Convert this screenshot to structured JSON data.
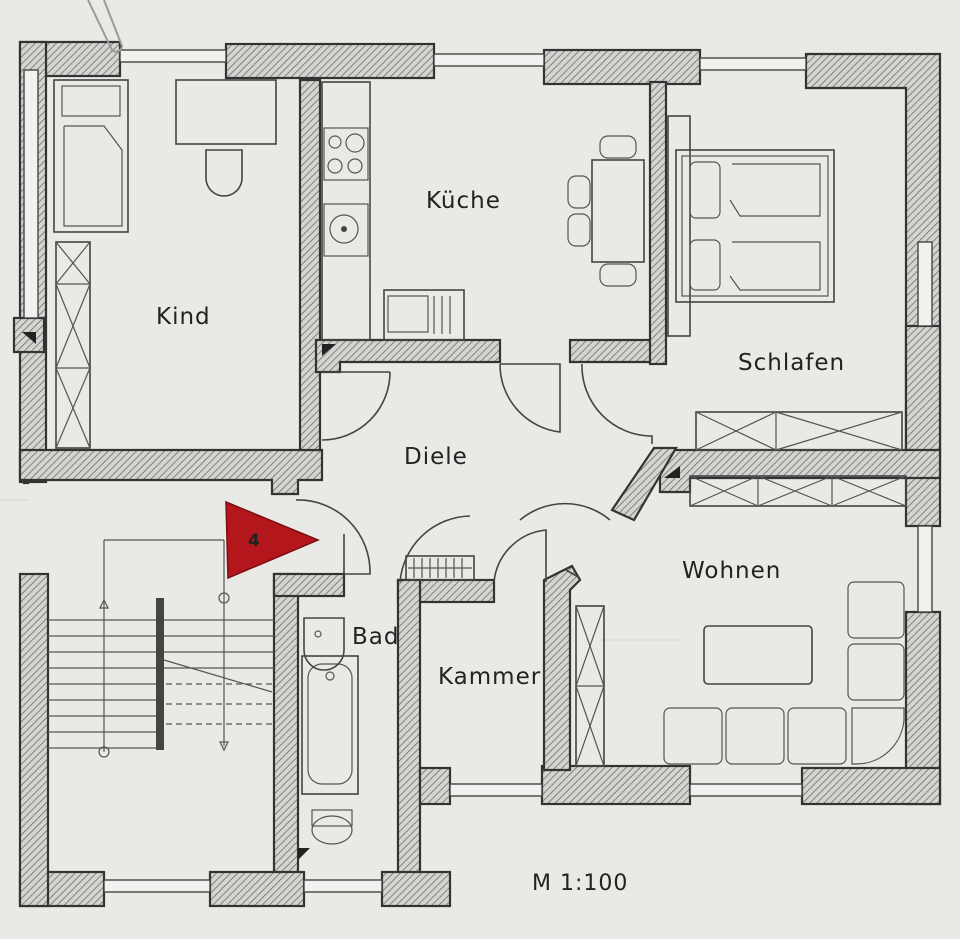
{
  "rooms": {
    "kind": "Kind",
    "kueche": "Küche",
    "schlafen": "Schlafen",
    "diele": "Diele",
    "wohnen": "Wohnen",
    "bad": "Bad",
    "kammer": "Kammer"
  },
  "unit_marker": {
    "number": "4",
    "color": "#b3171c"
  },
  "scale": "M 1:100",
  "colors": {
    "background": "#e9e9e6",
    "wall_hatch": "#8a8a8a",
    "line": "#333333"
  }
}
